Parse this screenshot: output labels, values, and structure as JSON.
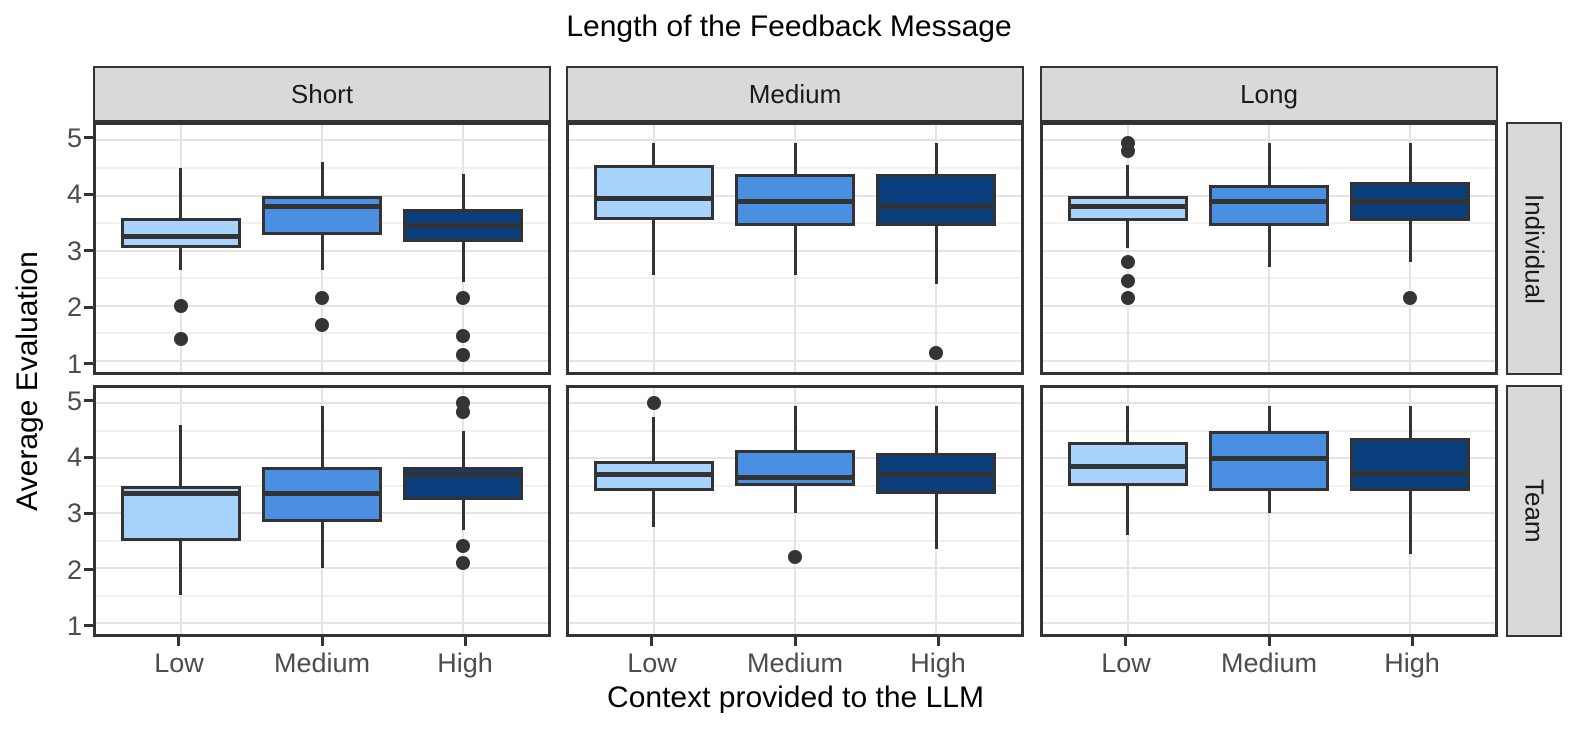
{
  "title": "Length of the Feedback Message",
  "chart_data": {
    "type": "boxplot",
    "title": "Length of the Feedback Message",
    "xlabel": "Context provided to the LLM",
    "ylabel": "Average Evaluation",
    "col_facets": [
      "Short",
      "Medium",
      "Long"
    ],
    "row_facets": [
      "Individual",
      "Team"
    ],
    "categories": [
      "Low",
      "Medium",
      "High"
    ],
    "y_ticks": [
      5,
      4,
      3,
      2,
      1
    ],
    "y_minor_ticks": [
      4.5,
      3.5,
      2.5,
      1.5
    ],
    "ylim": [
      0.8,
      5.28
    ],
    "grid": true,
    "legend_position": "none",
    "box_fill_colors": [
      "#a7d3fd",
      "#4a8fe2",
      "#0a3e7c"
    ],
    "box_stroke_color": "#333333",
    "strip_background": "#d9d9d9",
    "panels": [
      {
        "row": "Individual",
        "col": "Short",
        "boxes": [
          {
            "category": "Low",
            "lower_whisker": 2.65,
            "q1": 3.05,
            "median": 3.25,
            "q3": 3.6,
            "upper_whisker": 4.5,
            "outliers": [
              2.0,
              1.4
            ]
          },
          {
            "category": "Medium",
            "lower_whisker": 2.65,
            "q1": 3.3,
            "median": 3.8,
            "q3": 4.0,
            "upper_whisker": 4.6,
            "outliers": [
              2.15,
              1.65
            ]
          },
          {
            "category": "High",
            "lower_whisker": 2.45,
            "q1": 3.15,
            "median": 3.45,
            "q3": 3.75,
            "upper_whisker": 4.4,
            "outliers": [
              2.15,
              1.45,
              1.1
            ]
          }
        ]
      },
      {
        "row": "Individual",
        "col": "Medium",
        "boxes": [
          {
            "category": "Low",
            "lower_whisker": 2.55,
            "q1": 3.55,
            "median": 3.95,
            "q3": 4.55,
            "upper_whisker": 4.95,
            "outliers": []
          },
          {
            "category": "Medium",
            "lower_whisker": 2.55,
            "q1": 3.45,
            "median": 3.9,
            "q3": 4.4,
            "upper_whisker": 4.95,
            "outliers": []
          },
          {
            "category": "High",
            "lower_whisker": 2.4,
            "q1": 3.45,
            "median": 3.8,
            "q3": 4.4,
            "upper_whisker": 4.95,
            "outliers": [
              1.15
            ]
          }
        ]
      },
      {
        "row": "Individual",
        "col": "Long",
        "boxes": [
          {
            "category": "Low",
            "lower_whisker": 3.05,
            "q1": 3.55,
            "median": 3.8,
            "q3": 4.0,
            "upper_whisker": 4.55,
            "outliers": [
              4.95,
              4.8,
              2.8,
              2.45,
              2.15
            ]
          },
          {
            "category": "Medium",
            "lower_whisker": 2.7,
            "q1": 3.45,
            "median": 3.9,
            "q3": 4.2,
            "upper_whisker": 4.95,
            "outliers": []
          },
          {
            "category": "High",
            "lower_whisker": 2.8,
            "q1": 3.55,
            "median": 3.9,
            "q3": 4.25,
            "upper_whisker": 4.95,
            "outliers": [
              2.15
            ]
          }
        ]
      },
      {
        "row": "Team",
        "col": "Short",
        "boxes": [
          {
            "category": "Low",
            "lower_whisker": 1.5,
            "q1": 2.5,
            "median": 3.35,
            "q3": 3.5,
            "upper_whisker": 4.6,
            "outliers": []
          },
          {
            "category": "Medium",
            "lower_whisker": 2.0,
            "q1": 2.85,
            "median": 3.35,
            "q3": 3.85,
            "upper_whisker": 4.95,
            "outliers": []
          },
          {
            "category": "High",
            "lower_whisker": 2.7,
            "q1": 3.25,
            "median": 3.7,
            "q3": 3.85,
            "upper_whisker": 4.5,
            "outliers": [
              5.0,
              4.85,
              2.4,
              2.1
            ]
          }
        ]
      },
      {
        "row": "Team",
        "col": "Medium",
        "boxes": [
          {
            "category": "Low",
            "lower_whisker": 2.75,
            "q1": 3.4,
            "median": 3.7,
            "q3": 3.95,
            "upper_whisker": 4.75,
            "outliers": [
              5.0
            ]
          },
          {
            "category": "Medium",
            "lower_whisker": 3.0,
            "q1": 3.5,
            "median": 3.65,
            "q3": 4.15,
            "upper_whisker": 4.95,
            "outliers": [
              2.2
            ]
          },
          {
            "category": "High",
            "lower_whisker": 2.35,
            "q1": 3.35,
            "median": 3.7,
            "q3": 4.1,
            "upper_whisker": 4.95,
            "outliers": []
          }
        ]
      },
      {
        "row": "Team",
        "col": "Long",
        "boxes": [
          {
            "category": "Low",
            "lower_whisker": 2.6,
            "q1": 3.5,
            "median": 3.85,
            "q3": 4.3,
            "upper_whisker": 4.95,
            "outliers": []
          },
          {
            "category": "Medium",
            "lower_whisker": 3.0,
            "q1": 3.4,
            "median": 4.0,
            "q3": 4.5,
            "upper_whisker": 4.95,
            "outliers": []
          },
          {
            "category": "High",
            "lower_whisker": 2.25,
            "q1": 3.4,
            "median": 3.72,
            "q3": 4.37,
            "upper_whisker": 4.95,
            "outliers": []
          }
        ]
      }
    ]
  }
}
